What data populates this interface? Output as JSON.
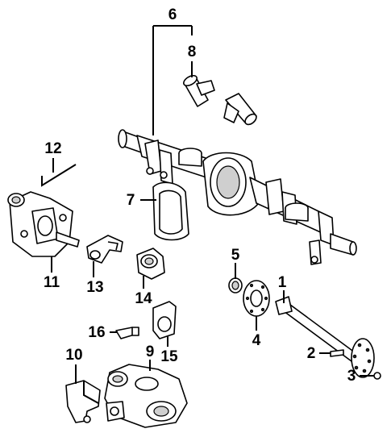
{
  "callouts": [
    {
      "number": "1"
    },
    {
      "number": "2"
    },
    {
      "number": "3"
    },
    {
      "number": "4"
    },
    {
      "number": "5"
    },
    {
      "number": "6"
    },
    {
      "number": "7"
    },
    {
      "number": "8"
    },
    {
      "number": "9"
    },
    {
      "number": "10"
    },
    {
      "number": "11"
    },
    {
      "number": "12"
    },
    {
      "number": "13"
    },
    {
      "number": "14"
    },
    {
      "number": "15"
    },
    {
      "number": "16"
    }
  ],
  "colors": {
    "line": "#000000",
    "background": "#ffffff",
    "shade": "#cfcfcf"
  }
}
